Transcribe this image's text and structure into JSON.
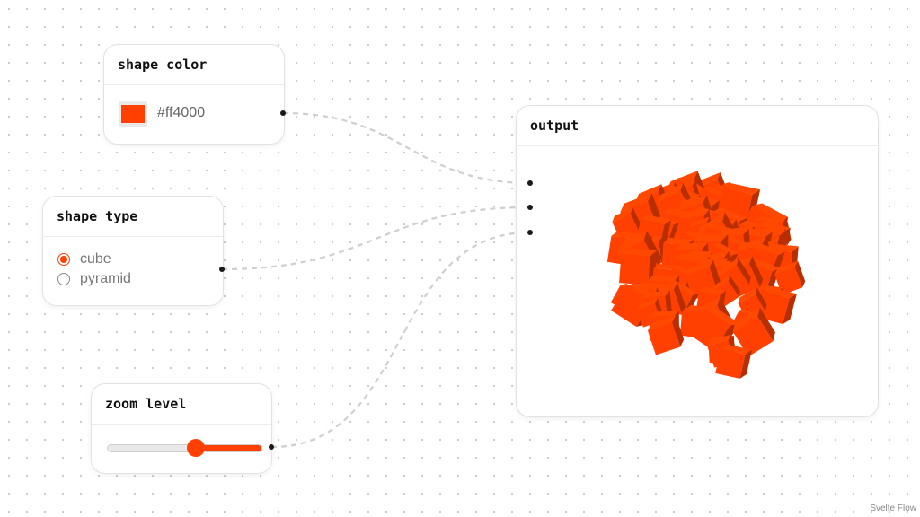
{
  "nodes": {
    "shape_color": {
      "title": "shape color",
      "value": "#ff4000"
    },
    "shape_type": {
      "title": "shape type",
      "options": [
        {
          "label": "cube",
          "checked": true
        },
        {
          "label": "pyramid",
          "checked": false
        }
      ]
    },
    "zoom_level": {
      "title": "zoom level",
      "value": 0.57
    },
    "output": {
      "title": "output"
    }
  },
  "accent_color": "#ff4000",
  "attribution": "Svelte Flow",
  "icons": {
    "color_swatch": "color-swatch-icon",
    "handle": "handle-dot"
  }
}
